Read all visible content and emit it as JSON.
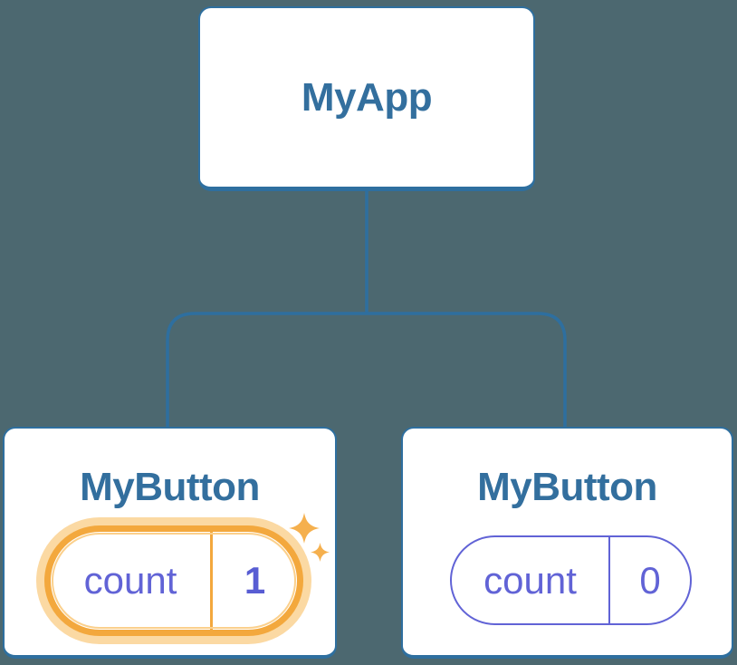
{
  "diagram": {
    "description": "React component tree with state",
    "background_color": "#4c6870",
    "connector_color": "#2e6f9f"
  },
  "root_node": {
    "label": "MyApp"
  },
  "child_nodes": {
    "left": {
      "label": "MyButton",
      "state_key": "count",
      "state_value": "1",
      "highlighted": true
    },
    "right": {
      "label": "MyButton",
      "state_key": "count",
      "state_value": "0",
      "highlighted": false
    }
  },
  "icons": {
    "highlight_large": "sparkle-icon",
    "highlight_small": "sparkle-icon"
  },
  "colors": {
    "card_background": "#ffffff",
    "card_border": "#2e6f9f",
    "title_text": "#336f9e",
    "state_text": "#6163d6",
    "state_border": "#6163d6",
    "highlight_border": "#f3a83d",
    "highlight_glow": "#fbd9a3",
    "sparkle": "#f5b04e"
  }
}
